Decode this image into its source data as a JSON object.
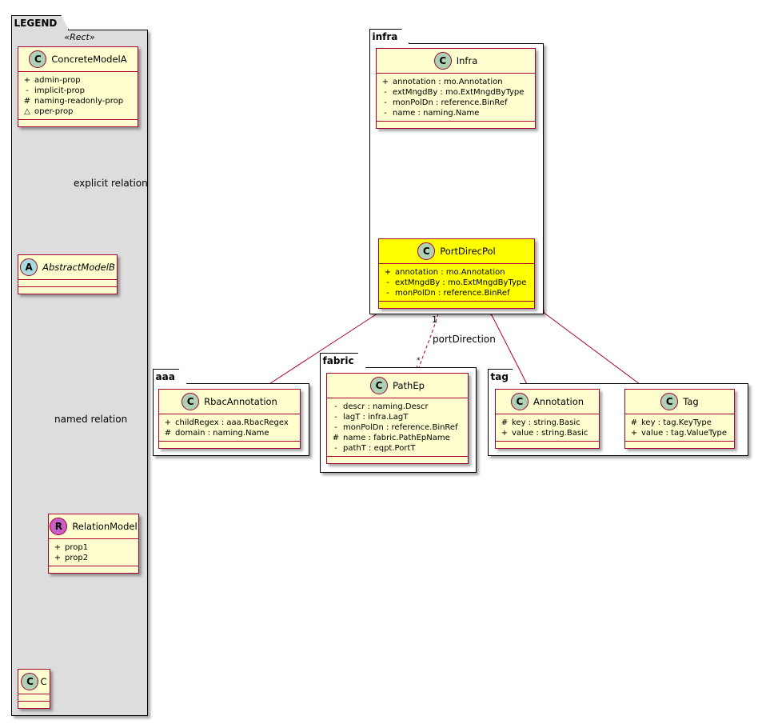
{
  "legend": {
    "package_name": "LEGEND",
    "stereotype": "«Rect»",
    "concrete_model": {
      "badge": "C",
      "name": "ConcreteModelA",
      "attributes": [
        {
          "vis": "+",
          "text": "admin-prop"
        },
        {
          "vis": "-",
          "text": "implicit-prop"
        },
        {
          "vis": "#",
          "text": "naming-readonly-prop"
        },
        {
          "vis": "△",
          "text": "oper-prop"
        }
      ]
    },
    "abstract_model": {
      "badge": "A",
      "name": "AbstractModelB"
    },
    "relation_model": {
      "badge": "R",
      "name": "RelationModel",
      "attributes": [
        {
          "vis": "+",
          "text": "prop1"
        },
        {
          "vis": "+",
          "text": "prop2"
        }
      ]
    },
    "class_c": {
      "badge": "C",
      "name": "C"
    },
    "explicit_relation_label": "explicit relation",
    "named_relation_label": "named relation"
  },
  "infra": {
    "package_name": "infra",
    "infra_class": {
      "badge": "C",
      "name": "Infra",
      "attributes": [
        {
          "vis": "+",
          "text": "annotation : mo.Annotation"
        },
        {
          "vis": "-",
          "text": "extMngdBy : mo.ExtMngdByType"
        },
        {
          "vis": "-",
          "text": "monPolDn : reference.BinRef"
        },
        {
          "vis": "-",
          "text": "name : naming.Name"
        }
      ]
    },
    "port_direc_pol": {
      "badge": "C",
      "name": "PortDirecPol",
      "attributes": [
        {
          "vis": "+",
          "text": "annotation : mo.Annotation"
        },
        {
          "vis": "-",
          "text": "extMngdBy : mo.ExtMngdByType"
        },
        {
          "vis": "-",
          "text": "monPolDn : reference.BinRef"
        }
      ]
    }
  },
  "aaa": {
    "package_name": "aaa",
    "rbac_annotation": {
      "badge": "C",
      "name": "RbacAnnotation",
      "attributes": [
        {
          "vis": "+",
          "text": "childRegex : aaa.RbacRegex"
        },
        {
          "vis": "#",
          "text": "domain : naming.Name"
        }
      ]
    }
  },
  "fabric": {
    "package_name": "fabric",
    "path_ep": {
      "badge": "C",
      "name": "PathEp",
      "attributes": [
        {
          "vis": "-",
          "text": "descr : naming.Descr"
        },
        {
          "vis": "-",
          "text": "lagT : infra.LagT"
        },
        {
          "vis": "-",
          "text": "monPolDn : reference.BinRef"
        },
        {
          "vis": "#",
          "text": "name : fabric.PathEpName"
        },
        {
          "vis": "-",
          "text": "pathT : eqpt.PortT"
        }
      ]
    }
  },
  "tag": {
    "package_name": "tag",
    "annotation": {
      "badge": "C",
      "name": "Annotation",
      "attributes": [
        {
          "vis": "#",
          "text": "key : string.Basic"
        },
        {
          "vis": "+",
          "text": "value : string.Basic"
        }
      ]
    },
    "tag_class": {
      "badge": "C",
      "name": "Tag",
      "attributes": [
        {
          "vis": "#",
          "text": "key : tag.KeyType"
        },
        {
          "vis": "+",
          "text": "value : tag.ValueType"
        }
      ]
    }
  },
  "relation": {
    "port_direction_label": "portDirection",
    "multiplicity_source": "1",
    "multiplicity_target": "*"
  },
  "colors": {
    "class_fill": "#fefece",
    "class_border": "#a80036",
    "highlight_fill": "#ffff00",
    "legend_fill": "#dddddd"
  }
}
